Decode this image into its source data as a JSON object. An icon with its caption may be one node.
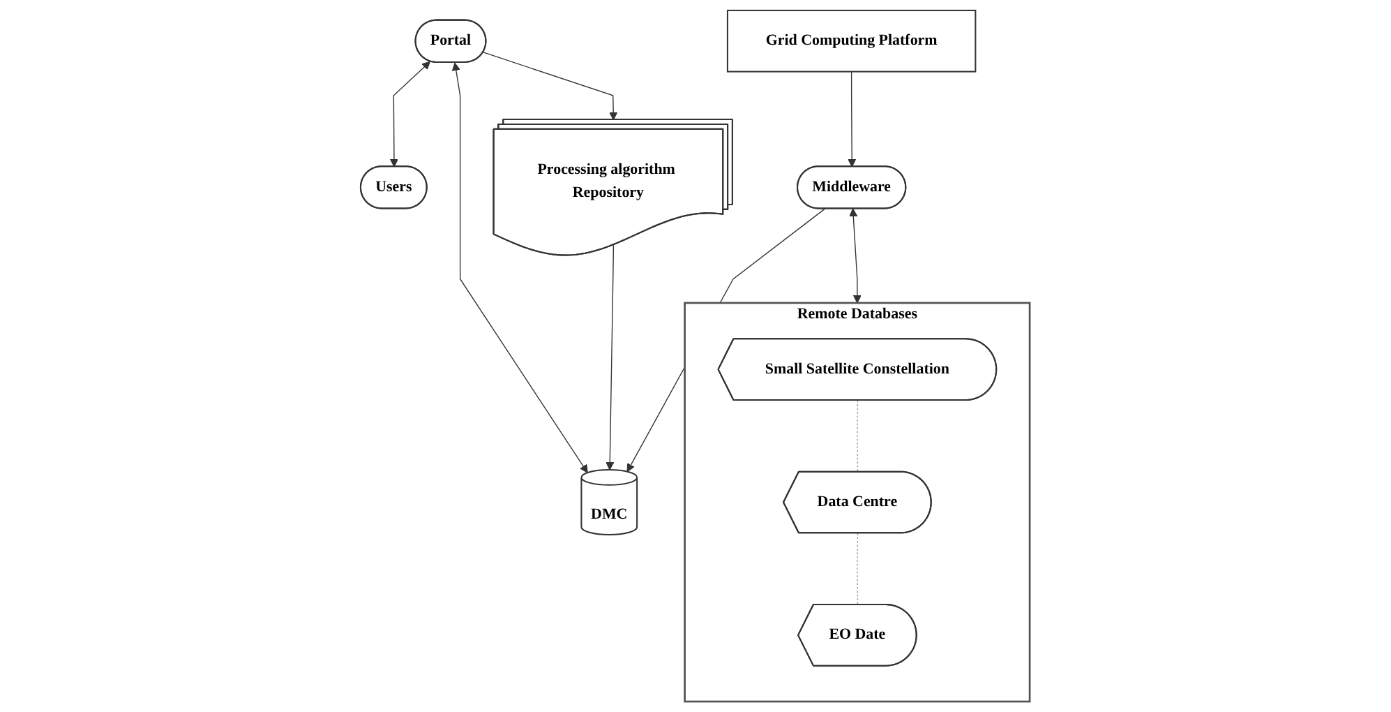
{
  "diagram": {
    "nodes": [
      {
        "text": [
          "Users"
        ]
      },
      {
        "text": [
          "Portal"
        ]
      },
      {
        "text": [
          "Processing algorithm Repository"
        ]
      },
      {
        "text": [
          "DMC"
        ]
      },
      {
        "text": [
          "Middleware"
        ]
      },
      {
        "text": [
          "Grid Computing Platform"
        ]
      },
      {
        "text": [
          "Remote Databases"
        ]
      },
      {
        "text": [
          "Small Satellite Constellation"
        ],
        "in": 6
      },
      {
        "text": [
          "Data Centre"
        ],
        "in": 6
      },
      {
        "text": [
          "EO Date"
        ],
        "in": 6
      }
    ],
    "edges": [
      {
        "from": 1,
        "to": 0,
        "arrow": "both"
      },
      {
        "from": 1,
        "to": 2,
        "arrow": "to"
      },
      {
        "from": 1,
        "to": 3,
        "arrow": "both"
      },
      {
        "from": 2,
        "to": 3,
        "arrow": "to"
      },
      {
        "from": 4,
        "to": 3,
        "arrow": "to"
      },
      {
        "from": 5,
        "to": 4,
        "arrow": "to"
      },
      {
        "from": 4,
        "to": 6,
        "arrow": "both"
      },
      {
        "from": 7,
        "to": 8,
        "arrow": "none",
        "style": "dashed",
        "color": "#999999"
      },
      {
        "from": 8,
        "to": 9,
        "arrow": "none",
        "style": "dashed",
        "color": "#999999"
      }
    ]
  }
}
